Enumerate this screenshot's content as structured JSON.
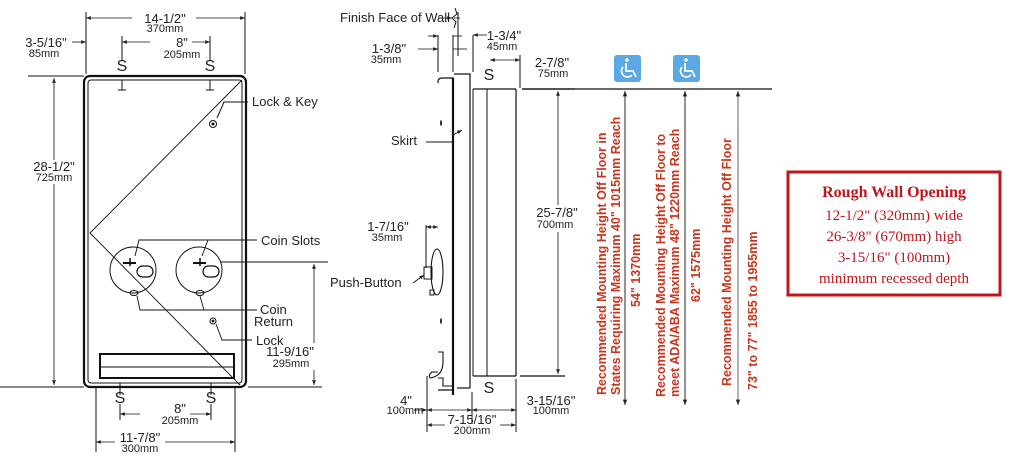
{
  "front_view": {
    "overall_width": {
      "in": "14-1/2\"",
      "mm": "370mm"
    },
    "left_offset": {
      "in": "3-5/16\"",
      "mm": "85mm"
    },
    "top_stud_spacing": {
      "in": "8\"",
      "mm": "205mm"
    },
    "bottom_stud_spacing": {
      "in": "8\"",
      "mm": "205mm"
    },
    "overall_height": {
      "in": "28-1/2\"",
      "mm": "725mm"
    },
    "pushbutton_height": {
      "in": "11-9/16\"",
      "mm": "295mm"
    },
    "bottom_width": {
      "in": "11-7/8\"",
      "mm": "300mm"
    },
    "stud_label": "S",
    "callouts": {
      "lock_key": "Lock & Key",
      "coin_slots": "Coin Slots",
      "coin_return_1": "Coin",
      "coin_return_2": "Return",
      "lock": "Lock"
    }
  },
  "side_view": {
    "finish_face_label": "Finish Face of Wall",
    "flange_depth": {
      "in": "1-3/8\"",
      "mm": "35mm"
    },
    "wall_projection": {
      "in": "1-3/4\"",
      "mm": "45mm"
    },
    "stud_offset": {
      "in": "2-7/8\"",
      "mm": "75mm"
    },
    "skirt_label": "Skirt",
    "button_projection": {
      "in": "1-7/16\"",
      "mm": "35mm"
    },
    "pushbutton_label": "Push-Button",
    "body_height": {
      "in": "25-7/8\"",
      "mm": "700mm"
    },
    "bottom_projection": {
      "in": "4\"",
      "mm": "100mm"
    },
    "overall_depth": {
      "in": "7-15/16\"",
      "mm": "200mm"
    },
    "recess_depth": {
      "in": "3-15/16\"",
      "mm": "100mm"
    },
    "stud_label": "S"
  },
  "mounting_heights": [
    {
      "line1": "Recommended Mounting Height Off Floor in",
      "line2": "States Requiring Maximum  40\"  1015mm Reach",
      "value": "54\"   1370mm",
      "accessible_icon": true
    },
    {
      "line1": "Recommended Mounting Height Off Floor to",
      "line2": "meet ADA/ABA Maximum   48\"  1220mm  Reach",
      "value": "62\"   1575mm",
      "accessible_icon": true
    },
    {
      "line1": "Recommended Mounting Height Off Floor",
      "line2": "",
      "value": "73\" to 77\"   1855 to 1955mm",
      "accessible_icon": false
    }
  ],
  "rough_wall_opening": {
    "title": "Rough Wall Opening",
    "lines": [
      "12-1/2\" (320mm) wide",
      "26-3/8\" (670mm) high",
      "3-15/16\" (100mm)",
      "minimum recessed depth"
    ]
  },
  "colors": {
    "accent_red": "#c8361f",
    "box_red": "#c0151b",
    "accessibility_blue": "#5aa9e6"
  }
}
